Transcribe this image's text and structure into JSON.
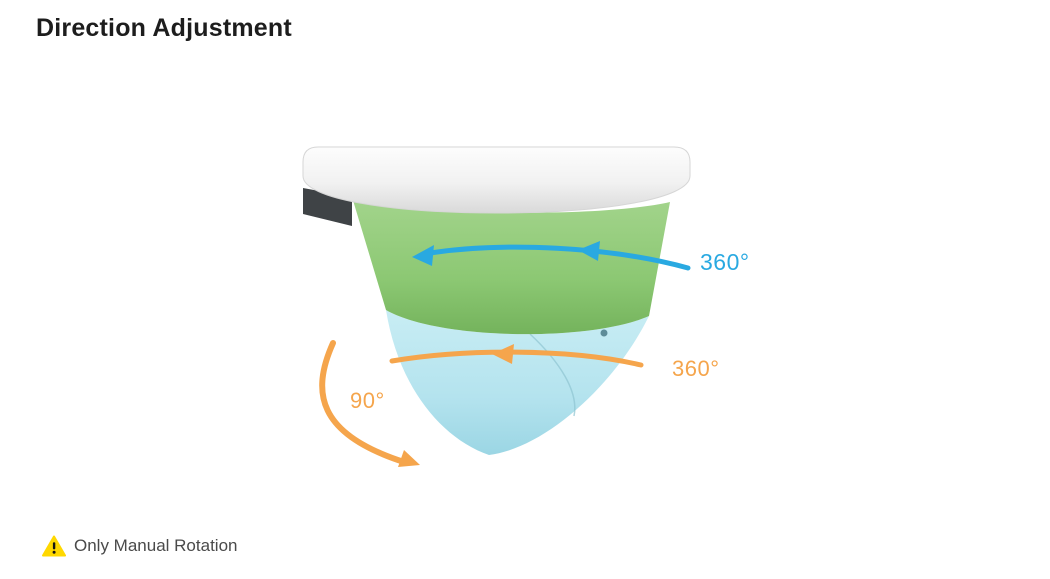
{
  "header": {
    "title": "Direction Adjustment"
  },
  "diagram": {
    "pan_label": "360°",
    "dome_label": "360°",
    "tilt_label": "90°",
    "colors": {
      "pan_arrow": "#29A9E1",
      "dome_arrow": "#F5A54C",
      "tilt_arrow": "#F5A54C",
      "camera_base": "#EFEFEF",
      "camera_collar": "#8CC873",
      "camera_dome": "#B4E3EE",
      "mount_bracket": "#3F4346"
    }
  },
  "footer": {
    "note": "Only Manual Rotation",
    "warning_icon_color": "#FFD800"
  }
}
